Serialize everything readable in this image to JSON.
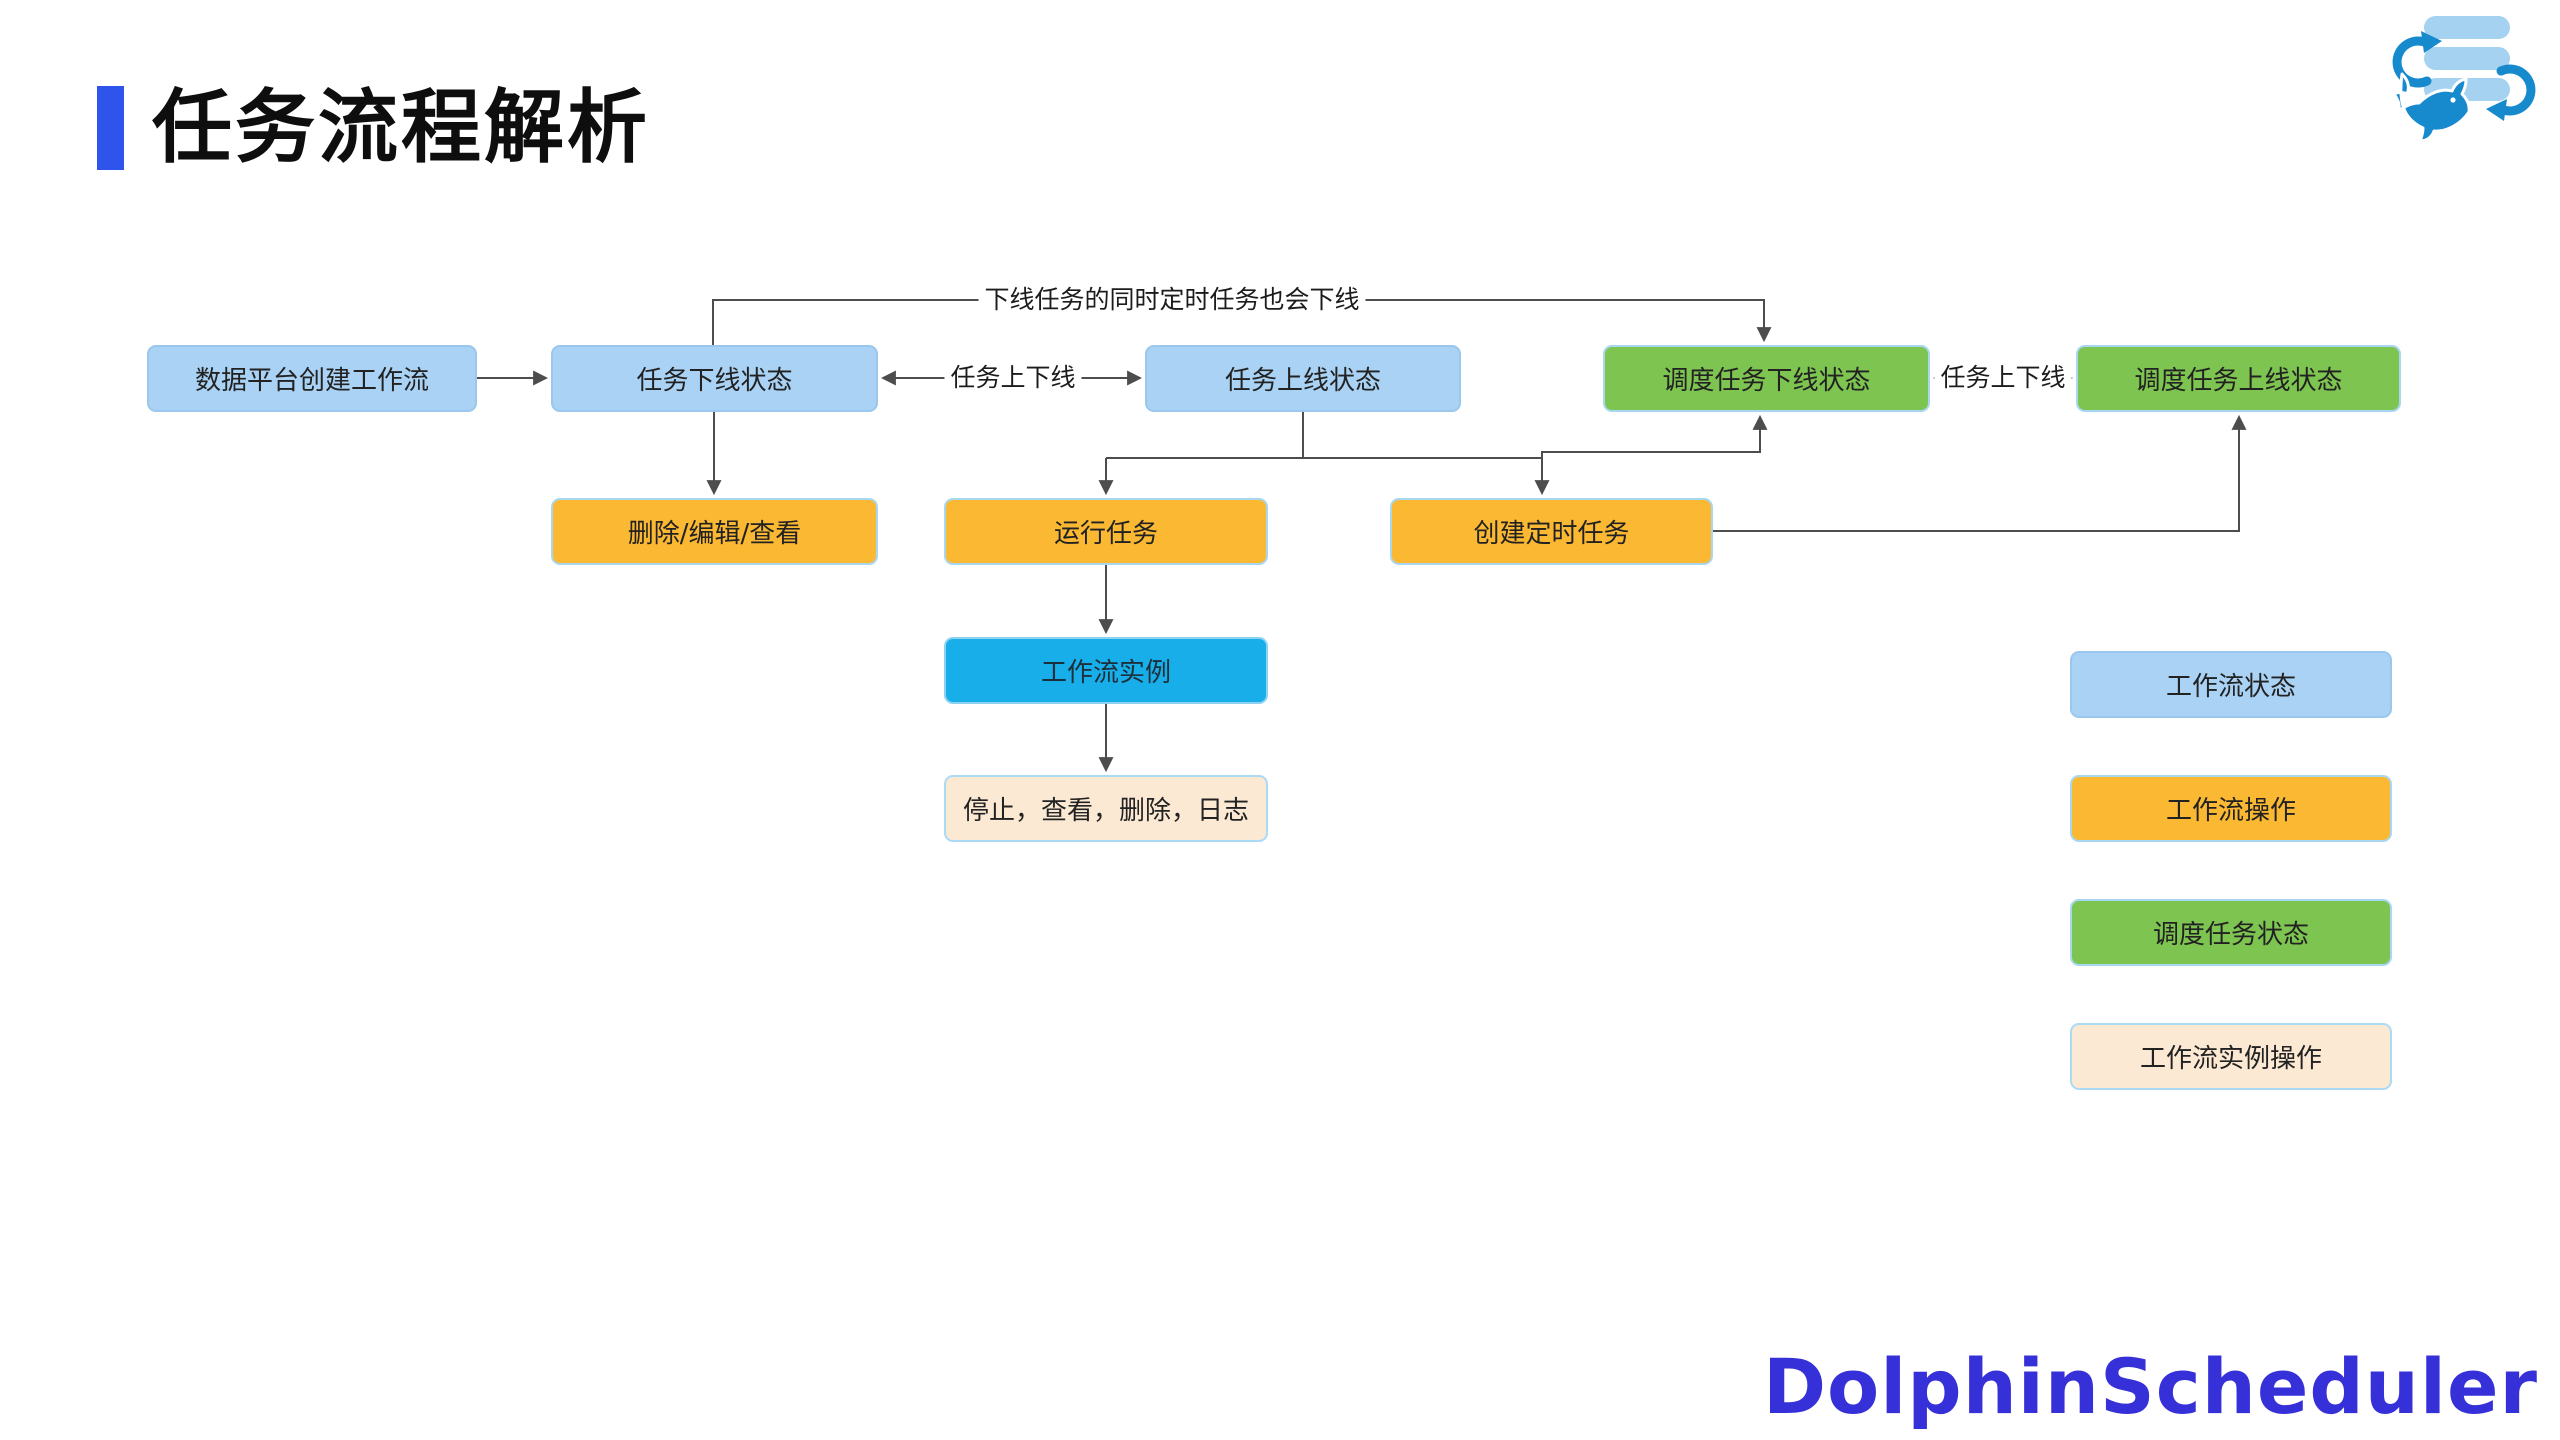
{
  "title": {
    "text": "任务流程解析"
  },
  "palette": {
    "accent_bar": "#2F54EB",
    "light_blue": "#A9D2F4",
    "orange": "#FBB832",
    "green": "#7EC451",
    "cyan": "#17AEE9",
    "peach": "#FBE9D3",
    "connector_line": "#4D4D4D",
    "watermark_blue": "#3630D8",
    "logo_dark_blue": "#1789CD",
    "logo_light_blue": "#A5D2F0"
  },
  "nodes": {
    "create_workflow": {
      "label": "数据平台创建工作流",
      "type": "workflow-status"
    },
    "task_offline": {
      "label": "任务下线状态",
      "type": "workflow-status"
    },
    "task_online": {
      "label": "任务上线状态",
      "type": "workflow-status"
    },
    "sched_offline": {
      "label": "调度任务下线状态",
      "type": "schedule-task-status"
    },
    "sched_online": {
      "label": "调度任务上线状态",
      "type": "schedule-task-status"
    },
    "delete_edit_view": {
      "label": "删除/编辑/查看",
      "type": "workflow-operation"
    },
    "run_task": {
      "label": "运行任务",
      "type": "workflow-operation"
    },
    "create_timed_task": {
      "label": "创建定时任务",
      "type": "workflow-operation"
    },
    "workflow_instance": {
      "label": "工作流实例",
      "type": "workflow-instance"
    },
    "instance_ops": {
      "label": "停止，查看，删除，日志",
      "type": "workflow-instance-operation"
    }
  },
  "edge_labels": {
    "offline_note": "下线任务的同时定时任务也会下线",
    "toggle_left": "任务上下线",
    "toggle_right": "任务上下线"
  },
  "legend": [
    {
      "label": "工作流状态",
      "color": "light_blue"
    },
    {
      "label": "工作流操作",
      "color": "orange"
    },
    {
      "label": "调度任务状态",
      "color": "green"
    },
    {
      "label": "工作流实例操作",
      "color": "peach"
    }
  ],
  "watermark": "DolphinScheduler",
  "logo": {
    "name": "dolphinscheduler-logo"
  }
}
